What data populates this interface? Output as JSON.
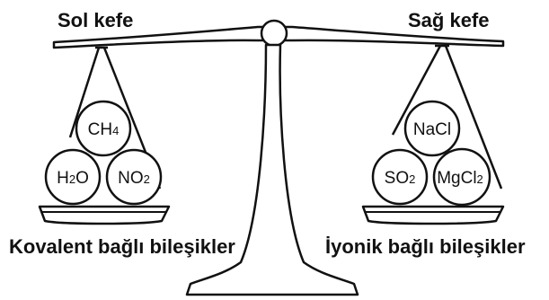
{
  "left_pan": {
    "title": "Sol kefe",
    "caption": "Kovalent bağlı bileşikler",
    "molecules": {
      "top": "CH4",
      "bottom_left": "H2O",
      "bottom_right": "NO2"
    }
  },
  "right_pan": {
    "title": "Sağ kefe",
    "caption": "İyonik bağlı bileşikler",
    "molecules": {
      "top": "NaCl",
      "bottom_left": "SO2",
      "bottom_right": "MgCl2"
    }
  }
}
